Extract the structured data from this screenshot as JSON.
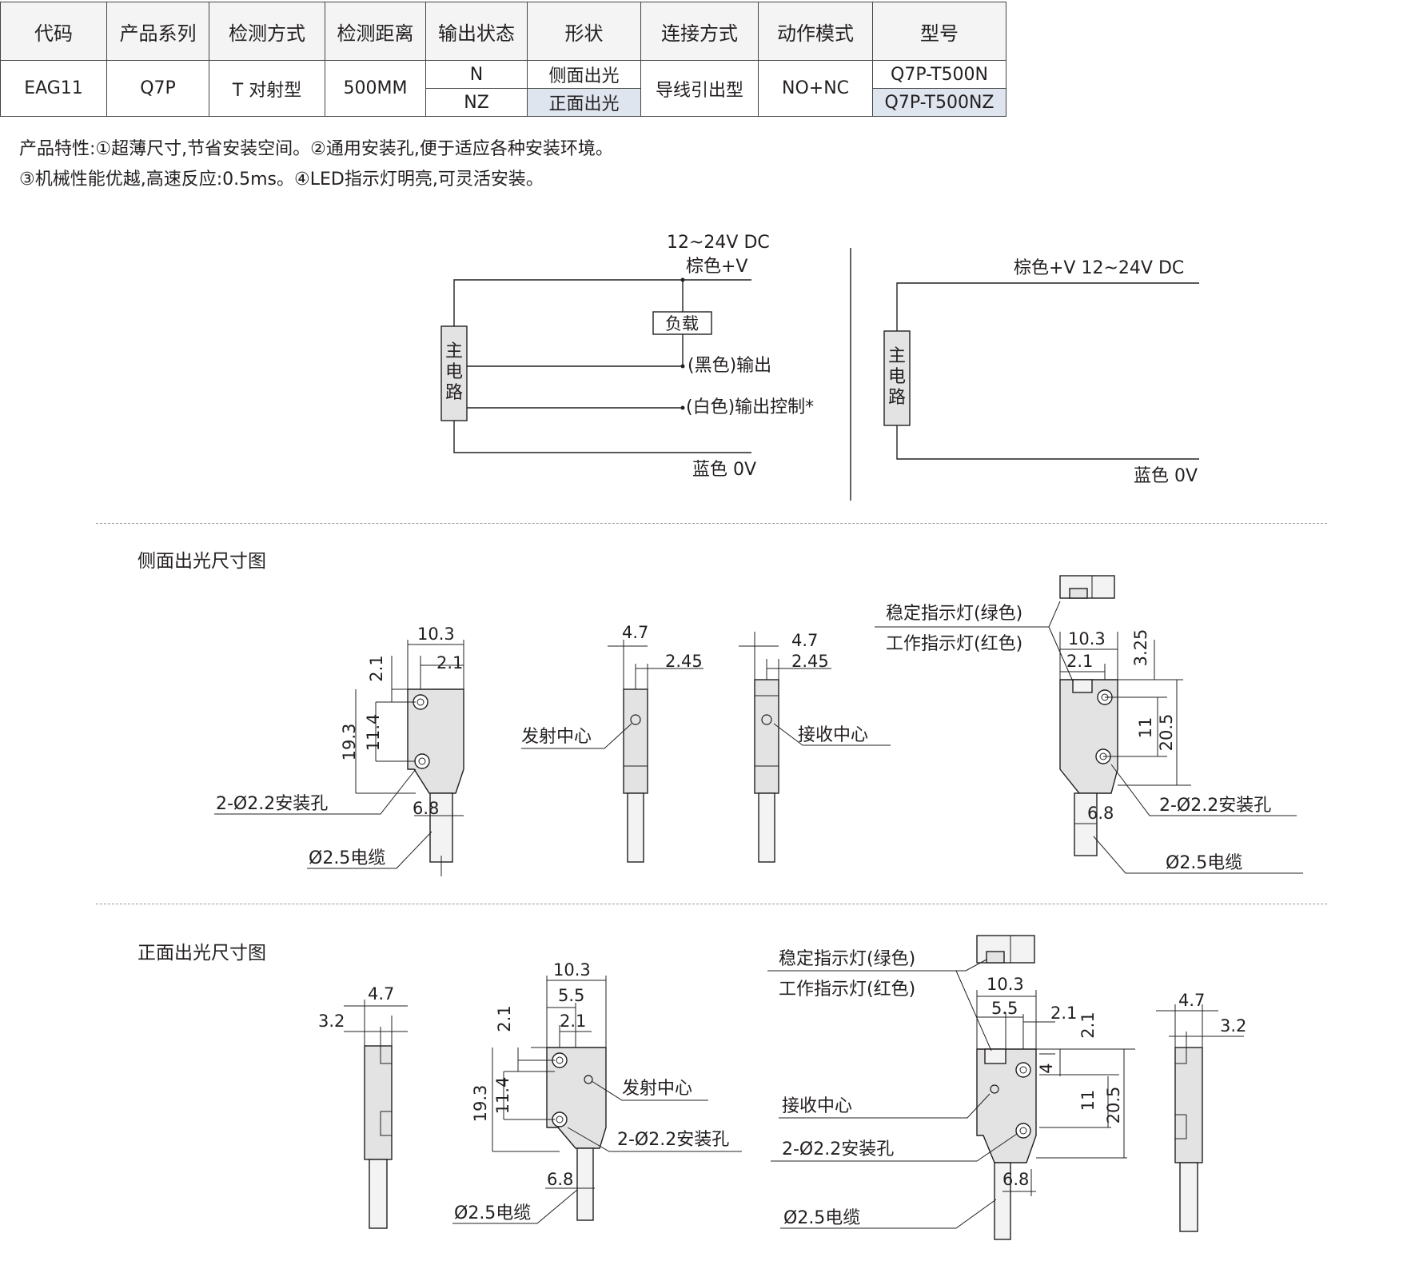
{
  "table": {
    "headers": [
      "代码",
      "产品系列",
      "检测方式",
      "检测距离",
      "输出状态",
      "形状",
      "连接方式",
      "动作模式",
      "型号"
    ],
    "code": "EAG11",
    "series": "Q7P",
    "method": "T 对射型",
    "distance": "500MM",
    "rows": [
      {
        "output": "N",
        "shape": "侧面出光",
        "model": "Q7P-T500N"
      },
      {
        "output": "NZ",
        "shape": "正面出光",
        "model": "Q7P-T500NZ"
      }
    ],
    "connection": "导线引出型",
    "mode": "NO+NC"
  },
  "features": {
    "line1": "产品特性:①超薄尺寸,节省安装空间。②通用安装孔,便于适应各种安装环境。",
    "line2": "③机械性能优越,高速反应:0.5ms。④LED指示灯明亮,可灵活安装。"
  },
  "wiring": {
    "left": {
      "voltage": "12~24V DC",
      "brown": "棕色+V",
      "load": "负载",
      "black": "(黑色)输出",
      "white": "(白色)输出控制*",
      "blue": "蓝色 0V",
      "circuit": "主电路"
    },
    "right": {
      "top": "棕色+V  12~24V DC",
      "blue": "蓝色 0V",
      "circuit": "主电路"
    }
  },
  "side_section": {
    "title": "侧面出光尺寸图",
    "emit_center": "发射中心",
    "recv_center": "接收中心",
    "holes": "2-Ø2.2安装孔",
    "cable": "Ø2.5电缆",
    "led_green": "稳定指示灯(绿色)",
    "led_red": "工作指示灯(红色)",
    "dims": {
      "w103": "10.3",
      "d21": "2.1",
      "d193": "19.3",
      "d114": "11.4",
      "d68": "6.8",
      "d47": "4.7",
      "d245": "2.45",
      "d325": "3.25",
      "d11": "11",
      "d205": "20.5"
    }
  },
  "front_section": {
    "title": "正面出光尺寸图",
    "emit_center": "发射中心",
    "recv_center": "接收中心",
    "holes": "2-Ø2.2安装孔",
    "cable": "Ø2.5电缆",
    "led_green": "稳定指示灯(绿色)",
    "led_red": "工作指示灯(红色)",
    "dims": {
      "d47": "4.7",
      "d32": "3.2",
      "w103": "10.3",
      "d55": "5.5",
      "d21": "2.1",
      "d193": "19.3",
      "d114": "11.4",
      "d68": "6.8",
      "d4": "4",
      "d11": "11",
      "d205": "20.5"
    }
  }
}
